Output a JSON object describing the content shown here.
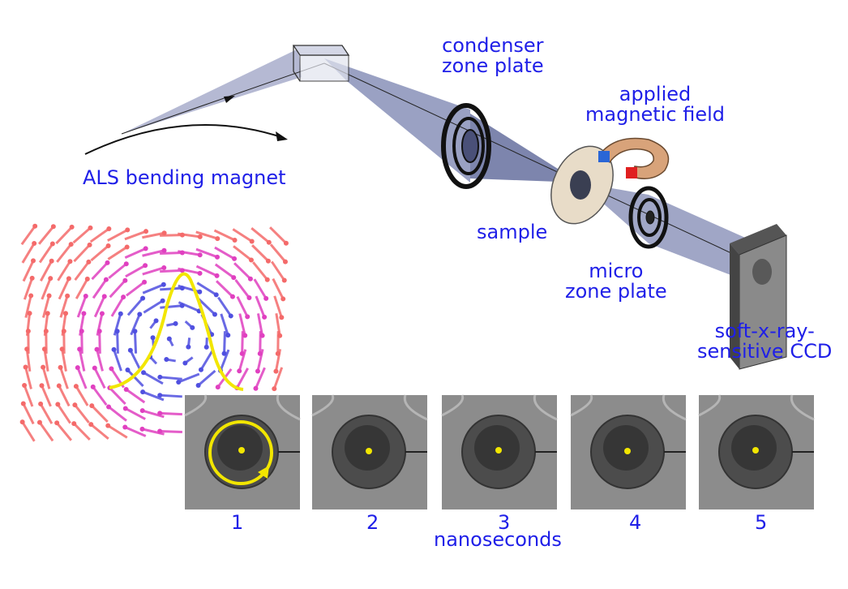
{
  "labels": {
    "condenser": [
      "condenser",
      "zone plate"
    ],
    "field": [
      "applied",
      "magnetic field"
    ],
    "bending": "ALS bending magnet",
    "sample": "sample",
    "micro": [
      "micro",
      "zone plate"
    ],
    "ccd": [
      "soft-x-ray-",
      "sensitive CCD"
    ]
  },
  "frames": [
    "1",
    "2",
    "3",
    "4",
    "5"
  ],
  "time_axis_label": "nanoseconds",
  "colors": {
    "label": "#1f1fe8",
    "beam": "#8890b8",
    "marker": "#f2e600"
  }
}
